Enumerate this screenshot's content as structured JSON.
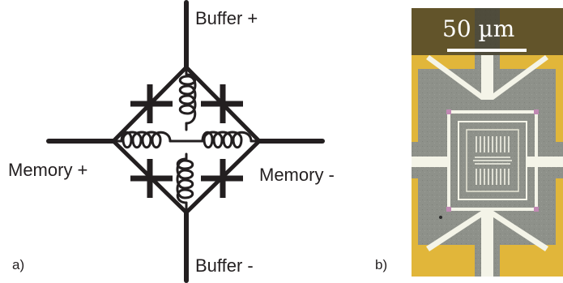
{
  "panel_a": {
    "label": "a)",
    "buffer_plus": "Buffer +",
    "buffer_minus": "Buffer -",
    "memory_plus": "Memory +",
    "memory_minus": "Memory -"
  },
  "panel_b": {
    "label": "b)",
    "scale_bar": "50 µm"
  },
  "colors": {
    "line": "#231f20",
    "gold": "#e1b63a",
    "substrate": "#8e918a",
    "aluminum": "#f4f4e8",
    "junction": "#c089b3"
  }
}
